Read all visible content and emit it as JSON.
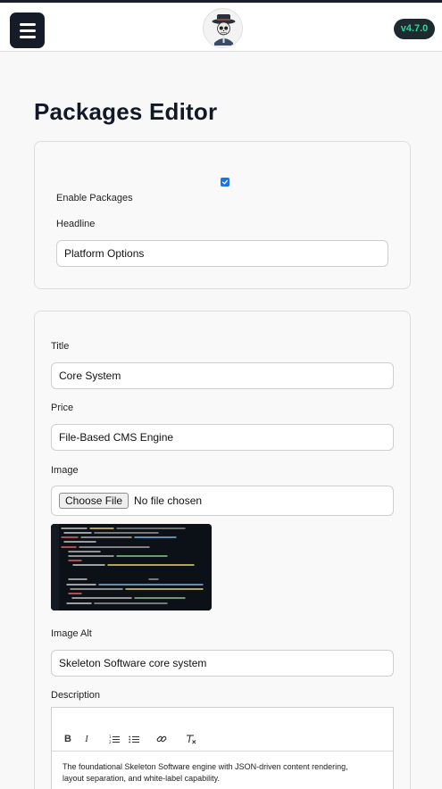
{
  "header": {
    "version": "v4.7.0"
  },
  "page": {
    "title": "Packages Editor"
  },
  "settings": {
    "enable_label": "Enable Packages",
    "enabled": true,
    "headline_label": "Headline",
    "headline_value": "Platform Options"
  },
  "package": {
    "title_label": "Title",
    "title_value": "Core System",
    "price_label": "Price",
    "price_value": "File-Based CMS Engine",
    "image_label": "Image",
    "choose_file": "Choose File",
    "no_file": "No file chosen",
    "image_alt_label": "Image Alt",
    "image_alt_value": "Skeleton Software core system",
    "description_label": "Description",
    "description_line1": "The foundational Skeleton Software engine with JSON-driven content rendering,",
    "description_line2": "layout separation, and white-label capability."
  },
  "toolbar": {
    "bold": "B",
    "italic": "I",
    "ordered_list": "1=",
    "bullet_list": "•=",
    "link": "link",
    "clear": "Tx"
  },
  "colors": {
    "menu_bg": "#151b28",
    "version_bg": "#1e2a2f",
    "version_text": "#2fd39a",
    "checkbox": "#1a73e8"
  }
}
